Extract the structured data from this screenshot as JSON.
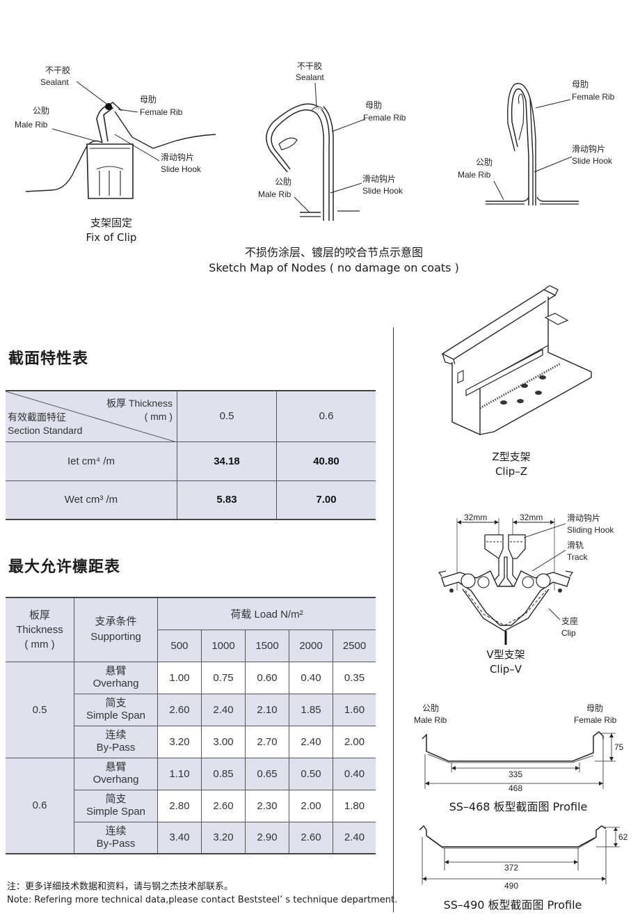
{
  "top_diagrams": {
    "clip_fix": {
      "sealant_cn": "不干胶",
      "sealant_en": "Sealant",
      "male_cn": "公肋",
      "male_en": "Male Rib",
      "female_cn": "母肋",
      "female_en": "Female Rib",
      "hook_cn": "滑动钩片",
      "hook_en": "Slide Hook",
      "caption_cn": "支架固定",
      "caption_en": "Fix of Clip"
    },
    "node_mid": {
      "sealant_cn": "不干胶",
      "sealant_en": "Sealant",
      "female_cn": "母肋",
      "female_en": "Female Rib",
      "male_cn": "公肋",
      "male_en": "Male Rib",
      "hook_cn": "滑动钩片",
      "hook_en": "Slide Hook"
    },
    "node_right": {
      "female_cn": "母肋",
      "female_en": "Female Rib",
      "hook_cn": "滑动钩片",
      "hook_en": "Slide Hook",
      "male_cn": "公肋",
      "male_en": "Male Rib"
    },
    "caption_cn": "不损伤涂层、镀层的咬合节点示意图",
    "caption_en": "Sketch Map of Nodes ( no damage on coats )"
  },
  "section_table": {
    "title": "截面特性表",
    "header_thickness": "板厚 Thickness",
    "header_mm": "( mm )",
    "header_section_cn": "有效截面特征",
    "header_section_en": "Section Standard",
    "col1": "0.5",
    "col2": "0.6",
    "rows": [
      {
        "label": "Iet cm⁴ /m",
        "v1": "34.18",
        "v2": "40.80"
      },
      {
        "label": "Wet cm³ /m",
        "v1": "5.83",
        "v2": "7.00"
      }
    ]
  },
  "span_table": {
    "title": "最大允许檩距表",
    "h_thickness_cn": "板厚",
    "h_thickness_en": "Thickness",
    "h_thickness_mm": "( mm )",
    "h_support_cn": "支承条件",
    "h_support_en": "Supporting",
    "h_load": "荷载 Load  N/m²",
    "loads": [
      "500",
      "1000",
      "1500",
      "2000",
      "2500"
    ],
    "groups": [
      {
        "thickness": "0.5",
        "rows": [
          {
            "cn": "悬臂",
            "en": "Overhang",
            "vals": [
              "1.00",
              "0.75",
              "0.60",
              "0.40",
              "0.35"
            ]
          },
          {
            "cn": "简支",
            "en": "Simple Span",
            "vals": [
              "2.60",
              "2.40",
              "2.10",
              "1.85",
              "1.60"
            ]
          },
          {
            "cn": "连续",
            "en": "By-Pass",
            "vals": [
              "3.20",
              "3.00",
              "2.70",
              "2.40",
              "2.00"
            ]
          }
        ]
      },
      {
        "thickness": "0.6",
        "rows": [
          {
            "cn": "悬臂",
            "en": "Overhang",
            "vals": [
              "1.10",
              "0.85",
              "0.65",
              "0.50",
              "0.40"
            ]
          },
          {
            "cn": "简支",
            "en": "Simple Span",
            "vals": [
              "2.80",
              "2.60",
              "2.30",
              "2.00",
              "1.80"
            ]
          },
          {
            "cn": "连续",
            "en": "By-Pass",
            "vals": [
              "3.40",
              "3.20",
              "2.90",
              "2.60",
              "2.40"
            ]
          }
        ]
      }
    ]
  },
  "note_cn": "注：更多详细技术数据和资料，请与钢之杰技术部联系。",
  "note_en": "Note: Refering more technical data,please contact Beststeel’ s technique department.",
  "clip_z": {
    "caption_cn": "Z型支架",
    "caption_en": "Clip–Z"
  },
  "clip_v": {
    "dim_left": "32mm",
    "dim_right": "32mm",
    "hook_cn": "滑动钩片",
    "hook_en": "Sliding Hook",
    "track_cn": "滑轨",
    "track_en": "Track",
    "clip_cn": "支座",
    "clip_en": "Clip",
    "caption_cn": "V型支架",
    "caption_en": "Clip–V"
  },
  "profile_468": {
    "male_cn": "公肋",
    "male_en": "Male Rib",
    "female_cn": "母肋",
    "female_en": "Female Rib",
    "height": "75",
    "inner": "335",
    "width": "468",
    "caption": "SS–468 板型截面图 Profile"
  },
  "profile_490": {
    "height": "62",
    "inner": "372",
    "width": "490",
    "caption": "SS–490 板型截面图 Profile"
  }
}
